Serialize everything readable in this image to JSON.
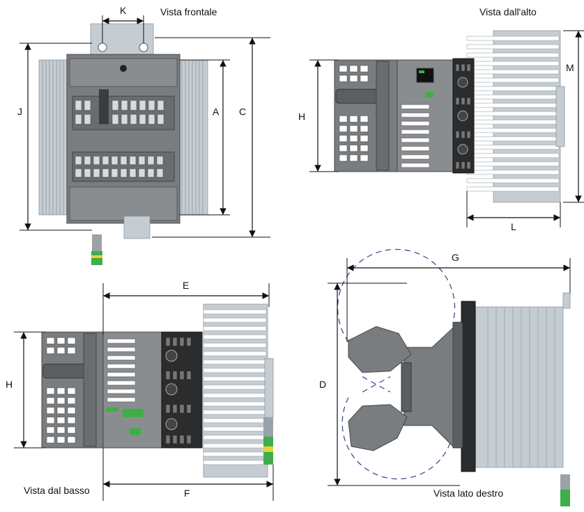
{
  "views": {
    "front": "Vista frontale",
    "top": "Vista dall'alto",
    "bottom": "Vista dal basso",
    "right": "Vista lato destro"
  },
  "dimensions": {
    "K": "K",
    "J": "J",
    "A": "A",
    "C": "C",
    "H_top": "H",
    "M": "M",
    "L": "L",
    "E": "E",
    "H_bottom": "H",
    "F": "F",
    "G": "G",
    "D": "D"
  },
  "colors": {
    "heatsink": "#c5cdd3",
    "body": "#7a7d80",
    "panel": "#2a2c2e",
    "ground_green": "#3fae49",
    "ground_yellow": "#e8d23a",
    "fan_sweep": "#2f3e8f"
  }
}
